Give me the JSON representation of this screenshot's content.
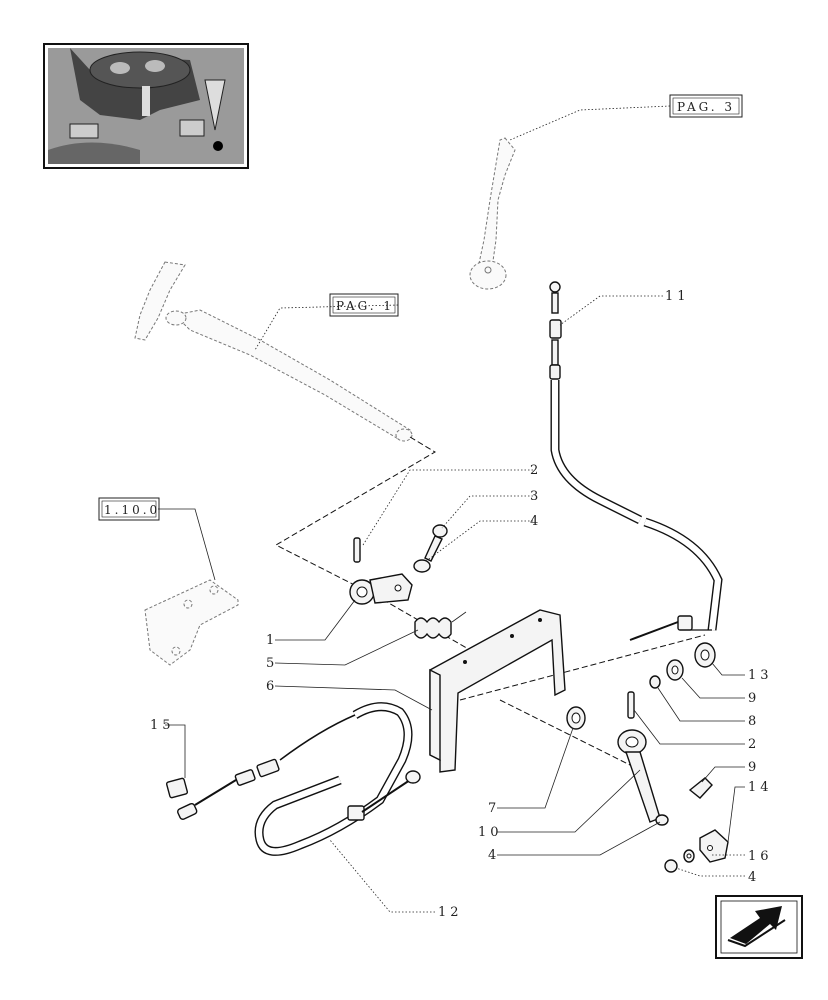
{
  "page_refs": [
    {
      "id": "ref-pag3",
      "label": "PAG. 3"
    },
    {
      "id": "ref-pag1",
      "label": "PAG. 1"
    },
    {
      "id": "ref-1100",
      "label": "1.10.0"
    }
  ],
  "callouts": [
    "1",
    "2",
    "3",
    "4",
    "5",
    "6",
    "7",
    "8",
    "9",
    "10",
    "11",
    "12",
    "13",
    "14",
    "15",
    "16"
  ],
  "nav_icon": "back-arrow-icon",
  "thumbnail_icon": "tractor-cab-thumbnail-icon"
}
